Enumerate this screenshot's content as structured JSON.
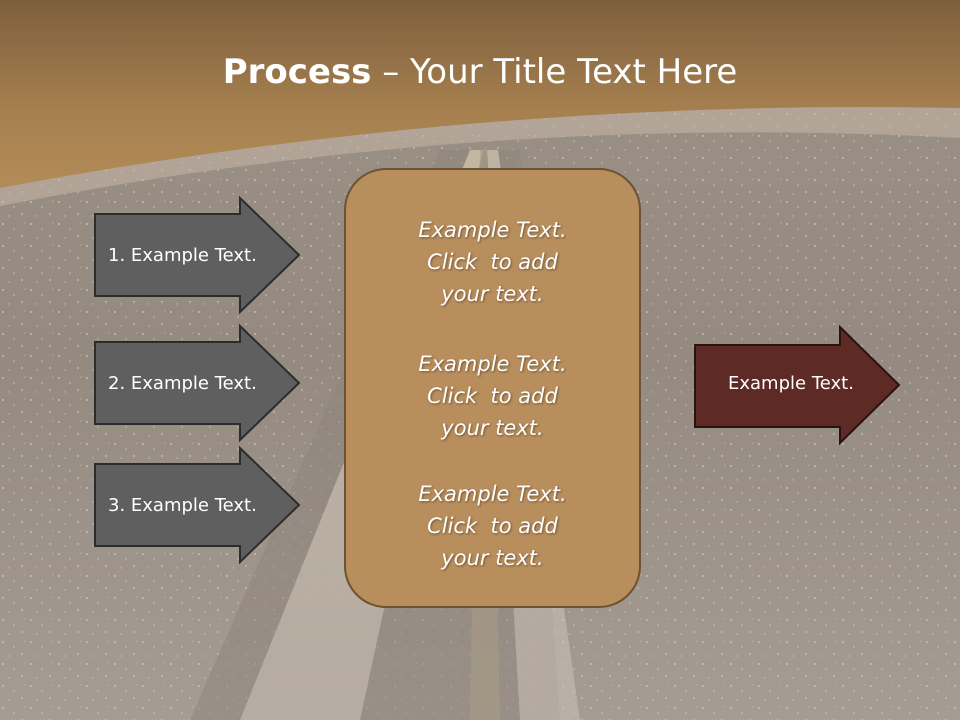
{
  "slide": {
    "title_bold": "Process",
    "title_rest": " – Your Title Text Here",
    "left_steps": [
      {
        "label": "1. Example Text."
      },
      {
        "label": "2. Example Text."
      },
      {
        "label": "3. Example Text."
      }
    ],
    "center_items": [
      {
        "line1": "Example Text.",
        "line2": "Click  to add",
        "line3": "your text."
      },
      {
        "line1": "Example Text.",
        "line2": "Click  to add",
        "line3": "your text."
      },
      {
        "line1": "Example Text.",
        "line2": "Click  to add",
        "line3": "your text."
      }
    ],
    "right_arrow": {
      "label": "Example Text."
    }
  },
  "colors": {
    "header_brown": "#a6804f",
    "step_arrow_fill": "#5f5f5f",
    "center_box_fill": "#b88e5c",
    "right_arrow_fill": "#5e2a26"
  }
}
